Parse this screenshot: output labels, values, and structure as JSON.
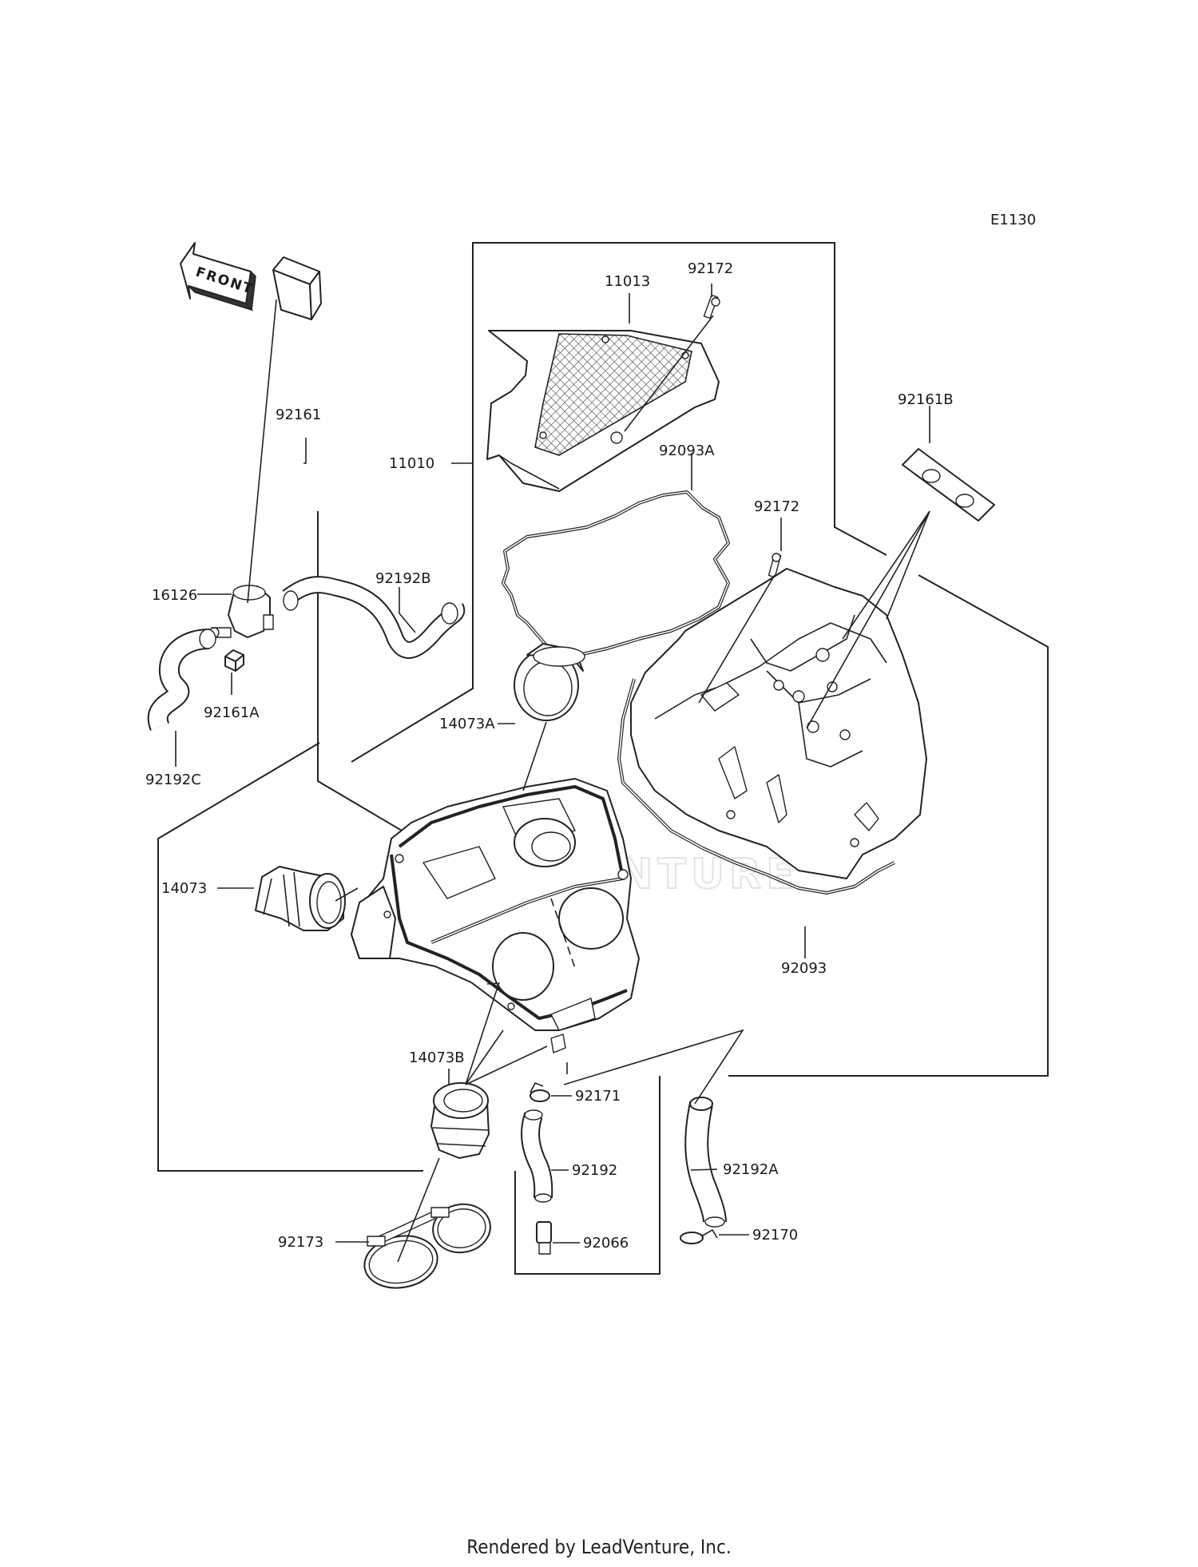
{
  "diagram_code": "E1130",
  "front_label": "FRONT",
  "watermark": "LEADVENTURE",
  "footer": "Rendered by LeadVenture, Inc.",
  "parts": {
    "p92172_top": "92172",
    "p11013": "11013",
    "p11010": "11010",
    "p92093A": "92093A",
    "p92161": "92161",
    "p92161B": "92161B",
    "p92172_mid": "92172",
    "p16126": "16126",
    "p92192B": "92192B",
    "p92161A": "92161A",
    "p92192C": "92192C",
    "p14073A": "14073A",
    "p14073": "14073",
    "p92093": "92093",
    "p14073B": "14073B",
    "p92171": "92171",
    "p92192A": "92192A",
    "p92192": "92192",
    "p92173": "92173",
    "p92066": "92066",
    "p92170": "92170"
  }
}
